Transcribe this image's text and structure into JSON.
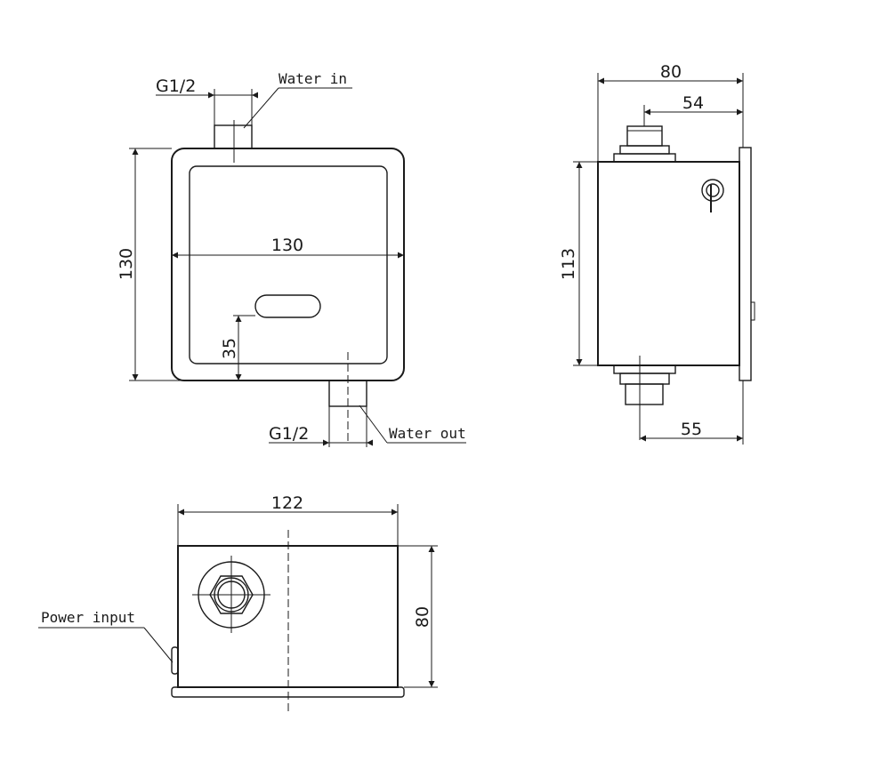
{
  "front_view": {
    "top_thread_label": "G1/2",
    "water_in_label": "Water in",
    "height_dim": "130",
    "width_dim": "130",
    "sensor_height_dim": "35",
    "bottom_thread_label": "G1/2",
    "water_out_label": "Water out"
  },
  "side_view": {
    "depth_dim": "80",
    "inlet_offset_dim": "54",
    "body_height_dim": "113",
    "outlet_offset_dim": "55"
  },
  "top_view": {
    "width_dim": "122",
    "depth_dim": "80",
    "power_input_label": "Power input"
  }
}
